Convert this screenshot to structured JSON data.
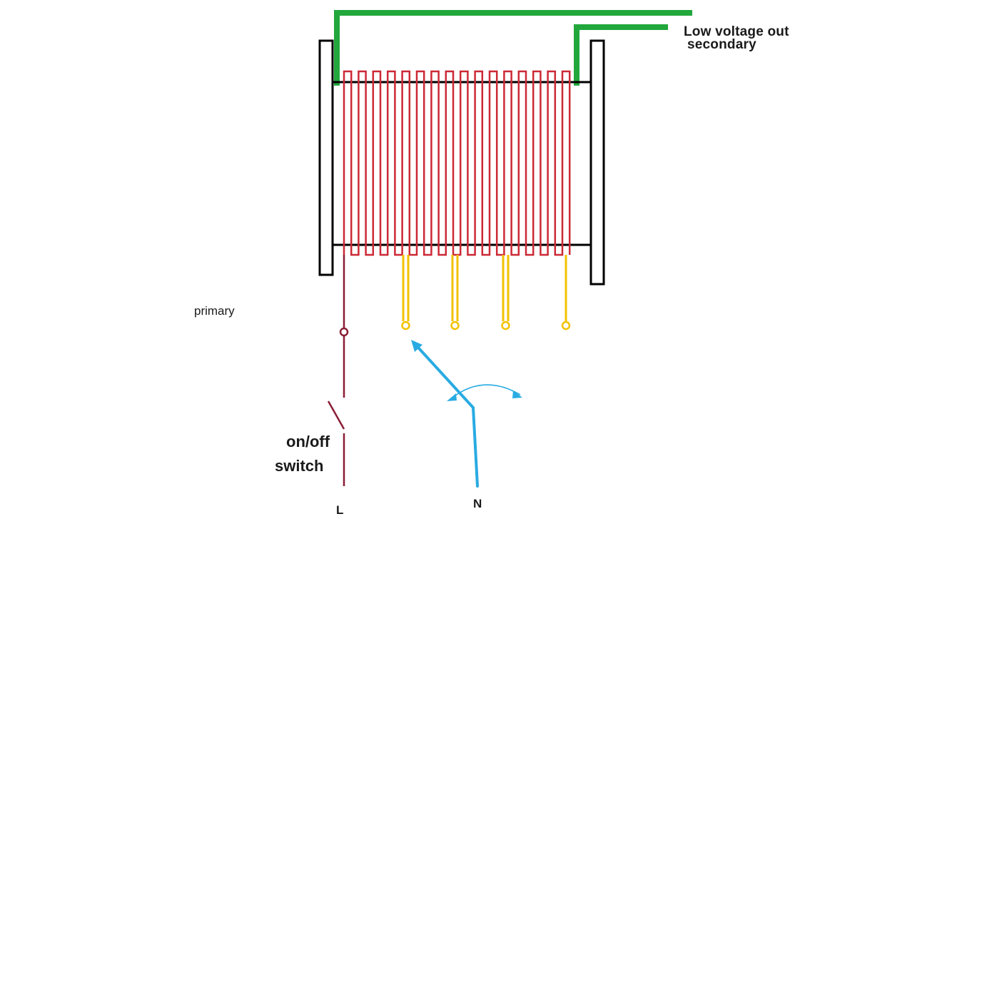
{
  "labels": {
    "secondary_out_line1": "Low voltage out",
    "secondary_out_line2": "secondary",
    "primary": "primary",
    "switch_line1": "on/off",
    "switch_line2": "switch",
    "live_terminal": "L",
    "neutral_terminal": "N"
  },
  "colors": {
    "core_frame": "#000000",
    "winding": "#cc2936",
    "secondary_wire": "#22a73c",
    "tap_wire": "#f2c200",
    "live_wire": "#8a1e35",
    "neutral_wire": "#29abe2",
    "text": "#1a1a1a"
  },
  "diagram": {
    "type": "transformer-with-tapped-winding",
    "winding_turns": 16,
    "tap_count": 4
  }
}
